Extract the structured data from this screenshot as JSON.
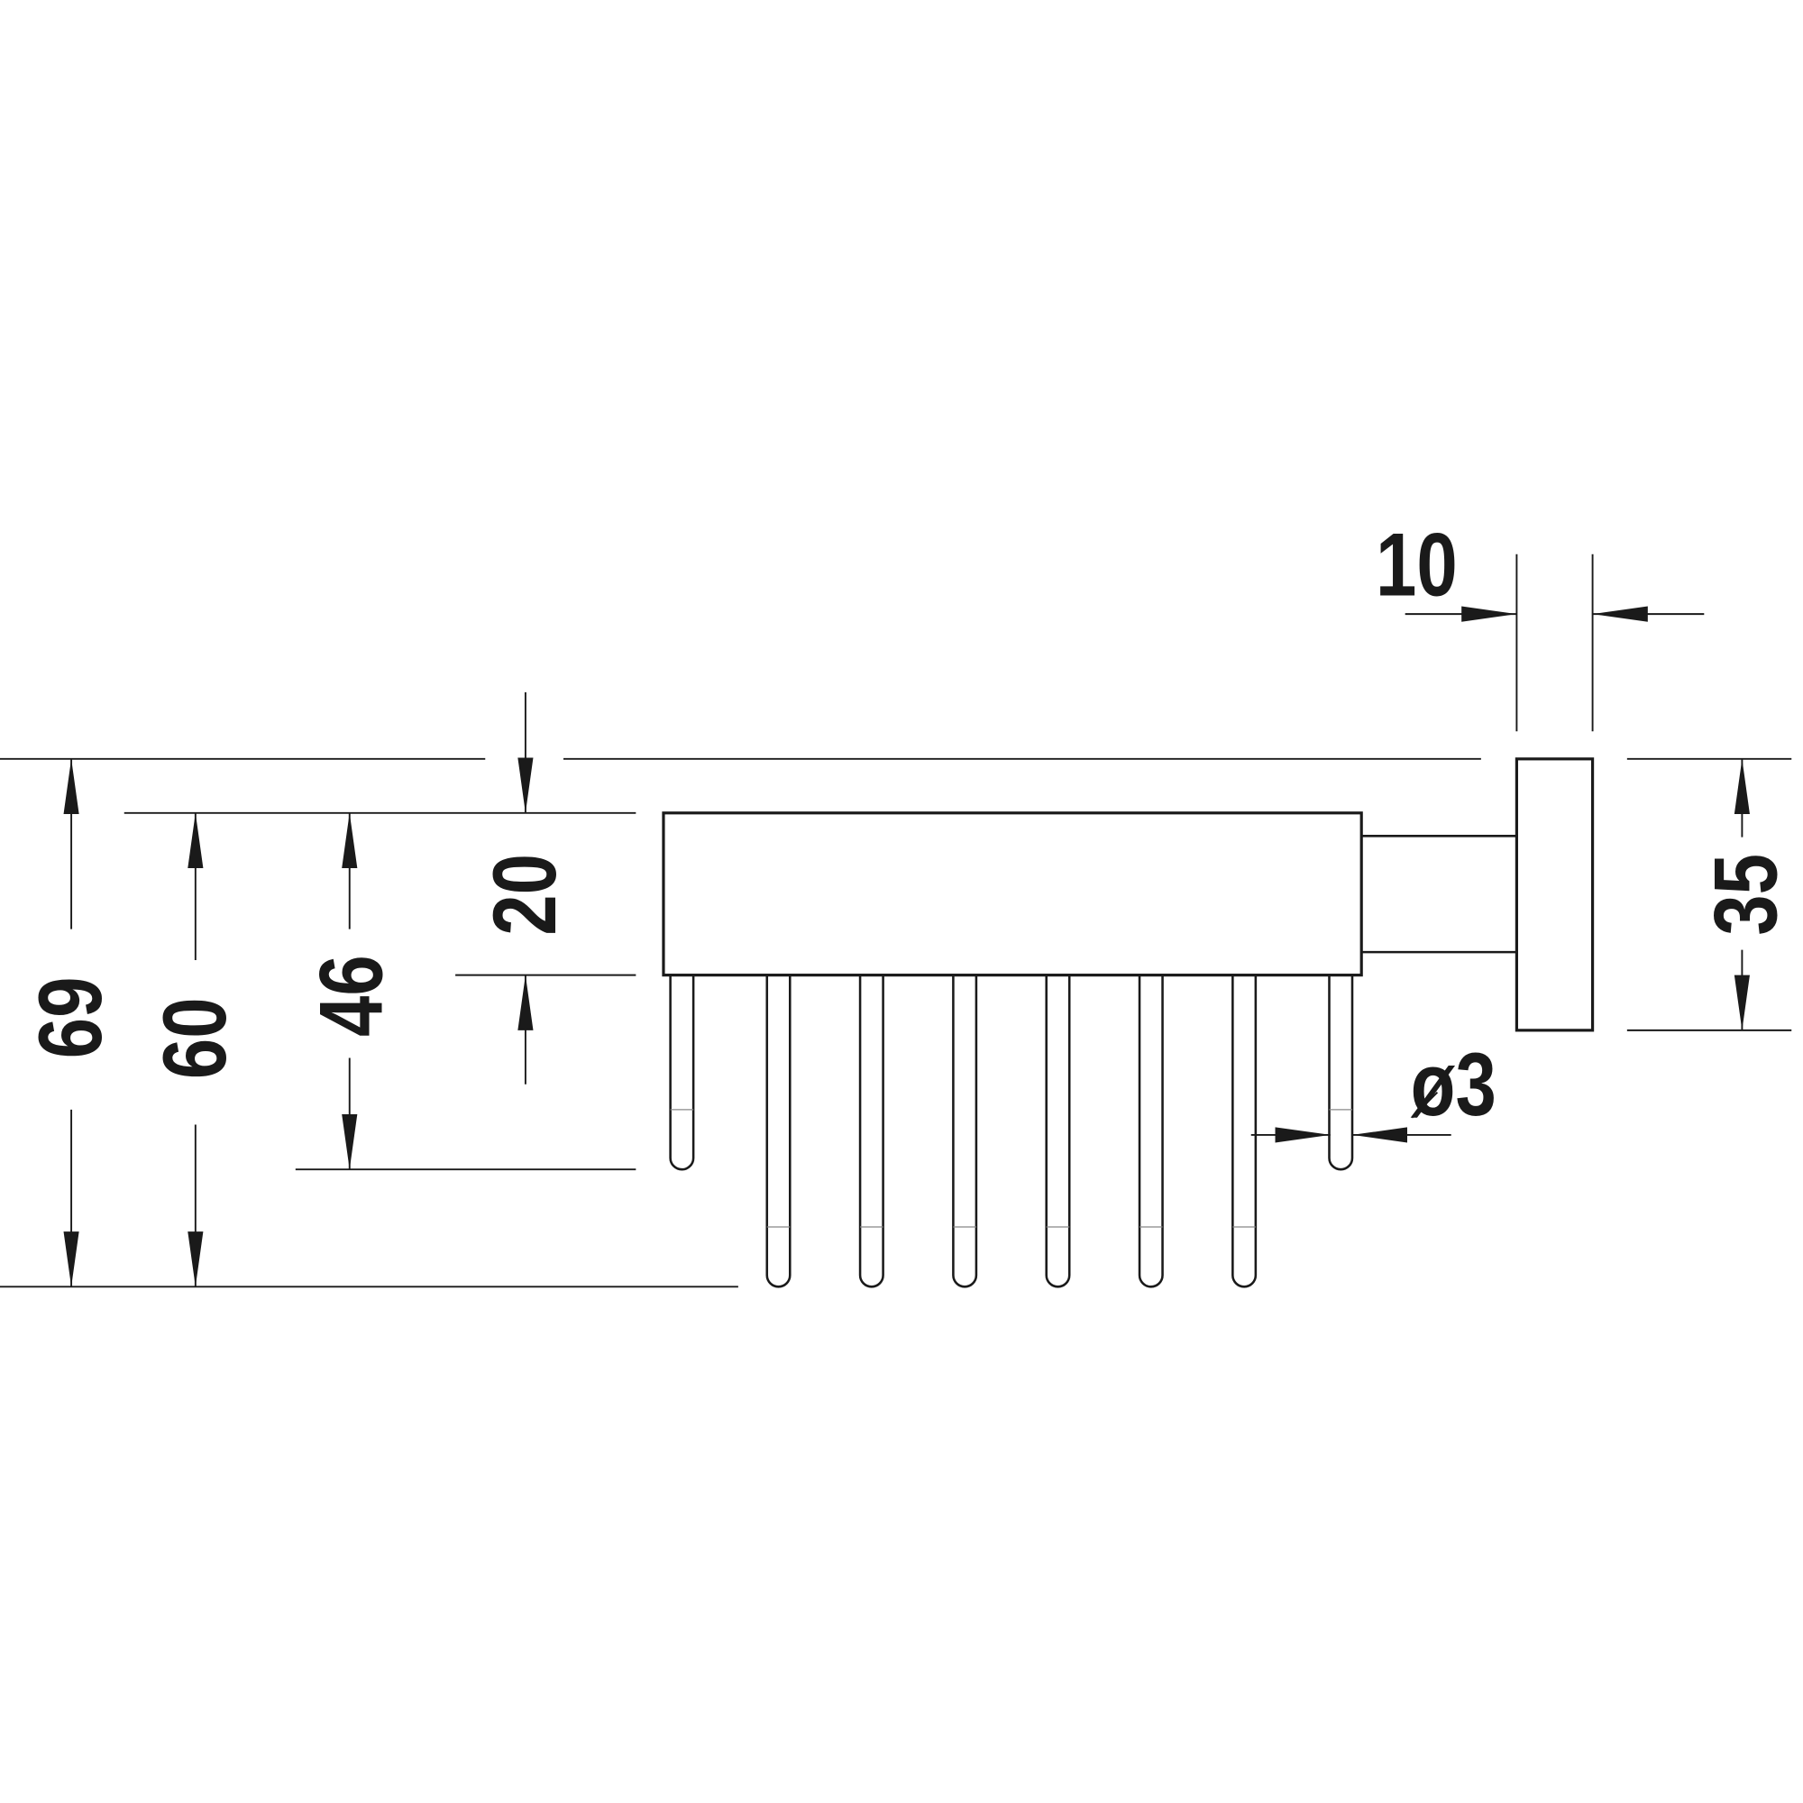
{
  "title": "Toothbrush / hook rail dimension drawing",
  "dimensions": {
    "overall_height": "69",
    "height_to_body_top": "60",
    "short_pin_height": "46",
    "body_height": "20",
    "rosette_diameter": "35",
    "rosette_thickness": "10",
    "pin_diameter": "ø3"
  },
  "line_color": "#1a1a1a"
}
